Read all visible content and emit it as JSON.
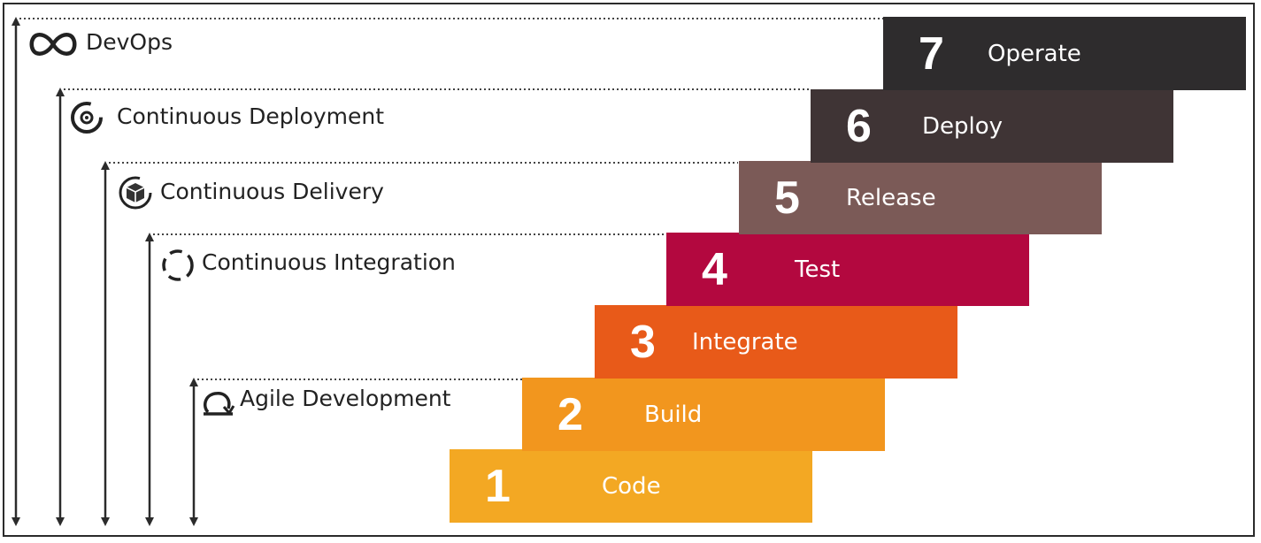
{
  "levels": [
    {
      "name": "DevOps",
      "icon": "infinity-icon"
    },
    {
      "name": "Continuous Deployment",
      "icon": "gear-circle-icon"
    },
    {
      "name": "Continuous Delivery",
      "icon": "package-cycle-icon"
    },
    {
      "name": "Continuous Integration",
      "icon": "dashed-cycle-icon"
    },
    {
      "name": "Agile Development",
      "icon": "loop-arrow-icon"
    }
  ],
  "steps": [
    {
      "number": "1",
      "label": "Code",
      "color": "#f3a823"
    },
    {
      "number": "2",
      "label": "Build",
      "color": "#f2961e"
    },
    {
      "number": "3",
      "label": "Integrate",
      "color": "#e85a19"
    },
    {
      "number": "4",
      "label": "Test",
      "color": "#b3083f"
    },
    {
      "number": "5",
      "label": "Release",
      "color": "#7b5a57"
    },
    {
      "number": "6",
      "label": "Deploy",
      "color": "#3f3435"
    },
    {
      "number": "7",
      "label": "Operate",
      "color": "#2e2c2d"
    }
  ]
}
